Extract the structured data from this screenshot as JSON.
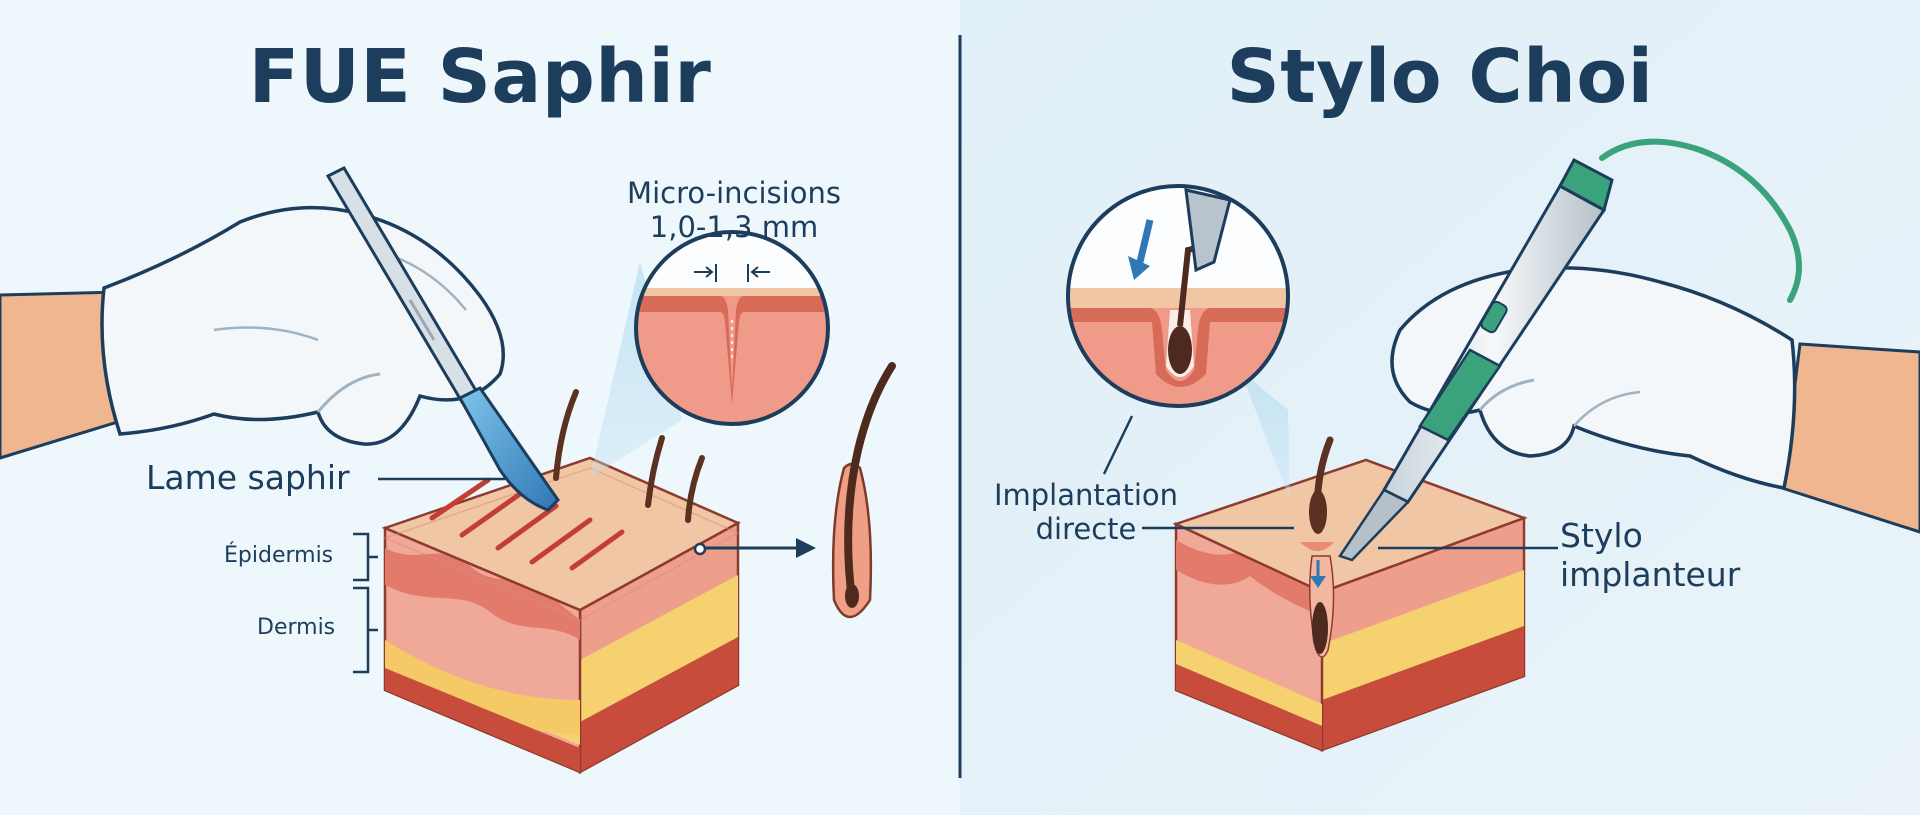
{
  "left_panel": {
    "title": "FUE Saphir",
    "labels": {
      "micro_incisions_line1": "Micro-incisions",
      "micro_incisions_line2": "1,0-1,3 mm",
      "lame_saphir": "Lame saphir",
      "epidermis": "Épidermis",
      "dermis": "Dermis"
    }
  },
  "right_panel": {
    "title": "Stylo Choi",
    "labels": {
      "implantation_line1": "Implantation",
      "implantation_line2": "directe",
      "stylo_line1": "Stylo",
      "stylo_line2": "implanteur"
    }
  },
  "colors": {
    "title": "#1d3d5c",
    "background_left": "#eef7fb",
    "background_right": "#e3f0f8",
    "skin_top": "#f1c6a4",
    "dermis": "#f0a898",
    "fat": "#f5d170",
    "muscle": "#c84c3c",
    "glove": "#f4f7fa",
    "pen_accent": "#3aa37c",
    "hair": "#5b3122"
  }
}
